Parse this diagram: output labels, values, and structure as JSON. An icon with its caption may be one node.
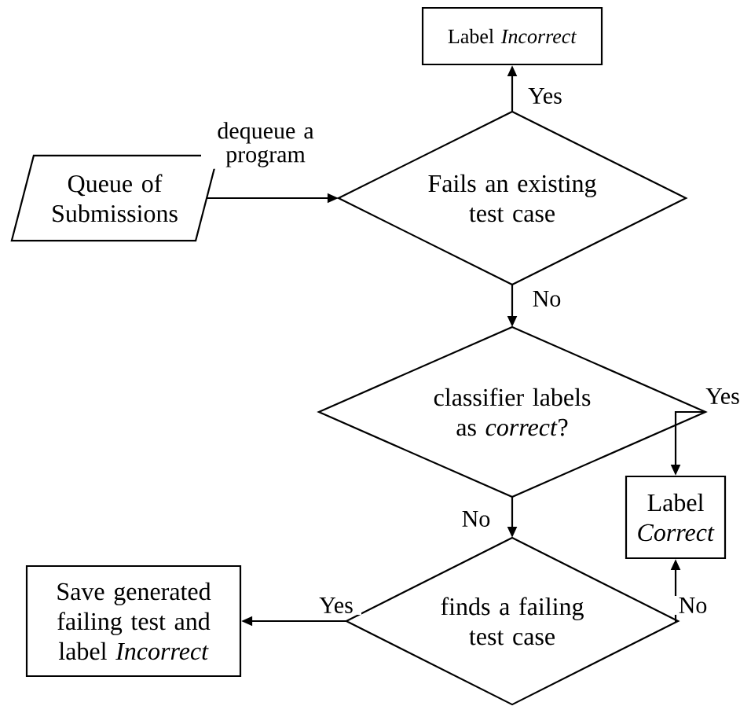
{
  "diagram": {
    "nodes": [
      {
        "text": [
          "Label *Incorrect*"
        ]
      },
      {
        "text": [
          "Queue of Submissions"
        ]
      },
      {
        "text": [
          "Fails an existing test case"
        ]
      },
      {
        "text": [
          "classifier labels as *correct*?"
        ]
      },
      {
        "text": [
          "Label *Correct*"
        ]
      },
      {
        "text": [
          "finds a failing test case"
        ]
      },
      {
        "text": [
          "Save generated failing test and label *Incorrect*"
        ]
      }
    ],
    "edges": [
      {
        "from": 1,
        "to": 2,
        "arrow": "to",
        "label": "dequeue a program"
      },
      {
        "from": 2,
        "to": 0,
        "arrow": "to",
        "label": "Yes"
      },
      {
        "from": 2,
        "to": 3,
        "arrow": "to",
        "label": "No"
      },
      {
        "from": 3,
        "to": 4,
        "arrow": "to",
        "label": "Yes"
      },
      {
        "from": 3,
        "to": 5,
        "arrow": "to",
        "label": "No"
      },
      {
        "from": 5,
        "to": 6,
        "arrow": "to",
        "label": "Yes"
      },
      {
        "from": 5,
        "to": 4,
        "arrow": "to",
        "label": "No"
      }
    ]
  }
}
